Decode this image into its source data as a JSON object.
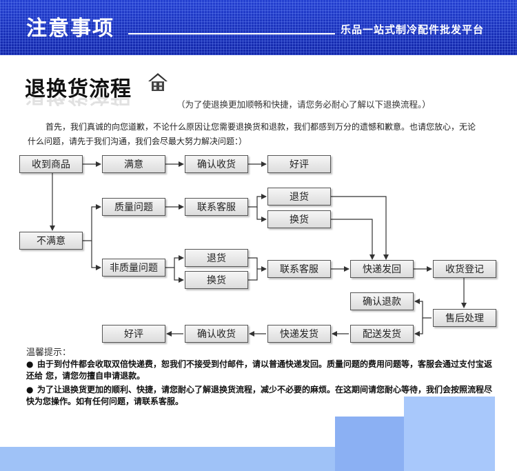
{
  "header": {
    "title": "注意事项",
    "subtitle": "乐品一站式制冷配件批发平台"
  },
  "section": {
    "title": "退换货流程",
    "subtitle": "（为了使退换更加顺畅和快捷，请您务必耐心了解以下退换流程。）",
    "intro": "首先，我们真诚的向您道歉，不论什么原因让您需要退换货和退款，我们都感到万分的遗憾和歉意。也请您放心，无论什么问题，请先于我们沟通，我们会尽最大努力解决问题：）"
  },
  "flow": {
    "received": "收到商品",
    "satisfied": "满意",
    "confirm_receipt_top": "确认收货",
    "good_review_top": "好评",
    "quality_issue": "质量问题",
    "contact_cs_top": "联系客服",
    "return_top": "退货",
    "exchange_top": "换货",
    "unsatisfied": "不满意",
    "non_quality_issue": "非质量问题",
    "return_mid": "退货",
    "exchange_mid": "换货",
    "contact_cs_mid": "联系客服",
    "express_return": "快递发回",
    "receipt_register": "收货登记",
    "confirm_refund": "确认退款",
    "after_sales": "售后处理",
    "ship_delivery": "配送发货",
    "express_ship": "快递发货",
    "confirm_receipt_bottom": "确认收货",
    "good_review_bottom": "好评"
  },
  "tips": {
    "title": "温馨提示：",
    "bullet": "●",
    "items": [
      "由于到付件都会收取双倍快递费，恕我们不接受到付邮件，请以普通快递发回。质量问题的费用问题等，客服会通过支付宝返还给 您，请您勿擅自申请退款。",
      "为了让退换货更加的顺利、快捷，请您耐心了解退换货流程，减少不必要的麻烦。在这期间请您耐心等待，我们会按照流程尽快为您操作。如有任何问题，请联系客服。"
    ]
  },
  "colors": {
    "header_blue": "#1830b8",
    "deco_blue_light": "#a8c8fb",
    "deco_blue_mid": "#7fa8f2"
  },
  "icons": [
    "house-icon",
    "bullet-icon",
    "arrow-icon"
  ]
}
